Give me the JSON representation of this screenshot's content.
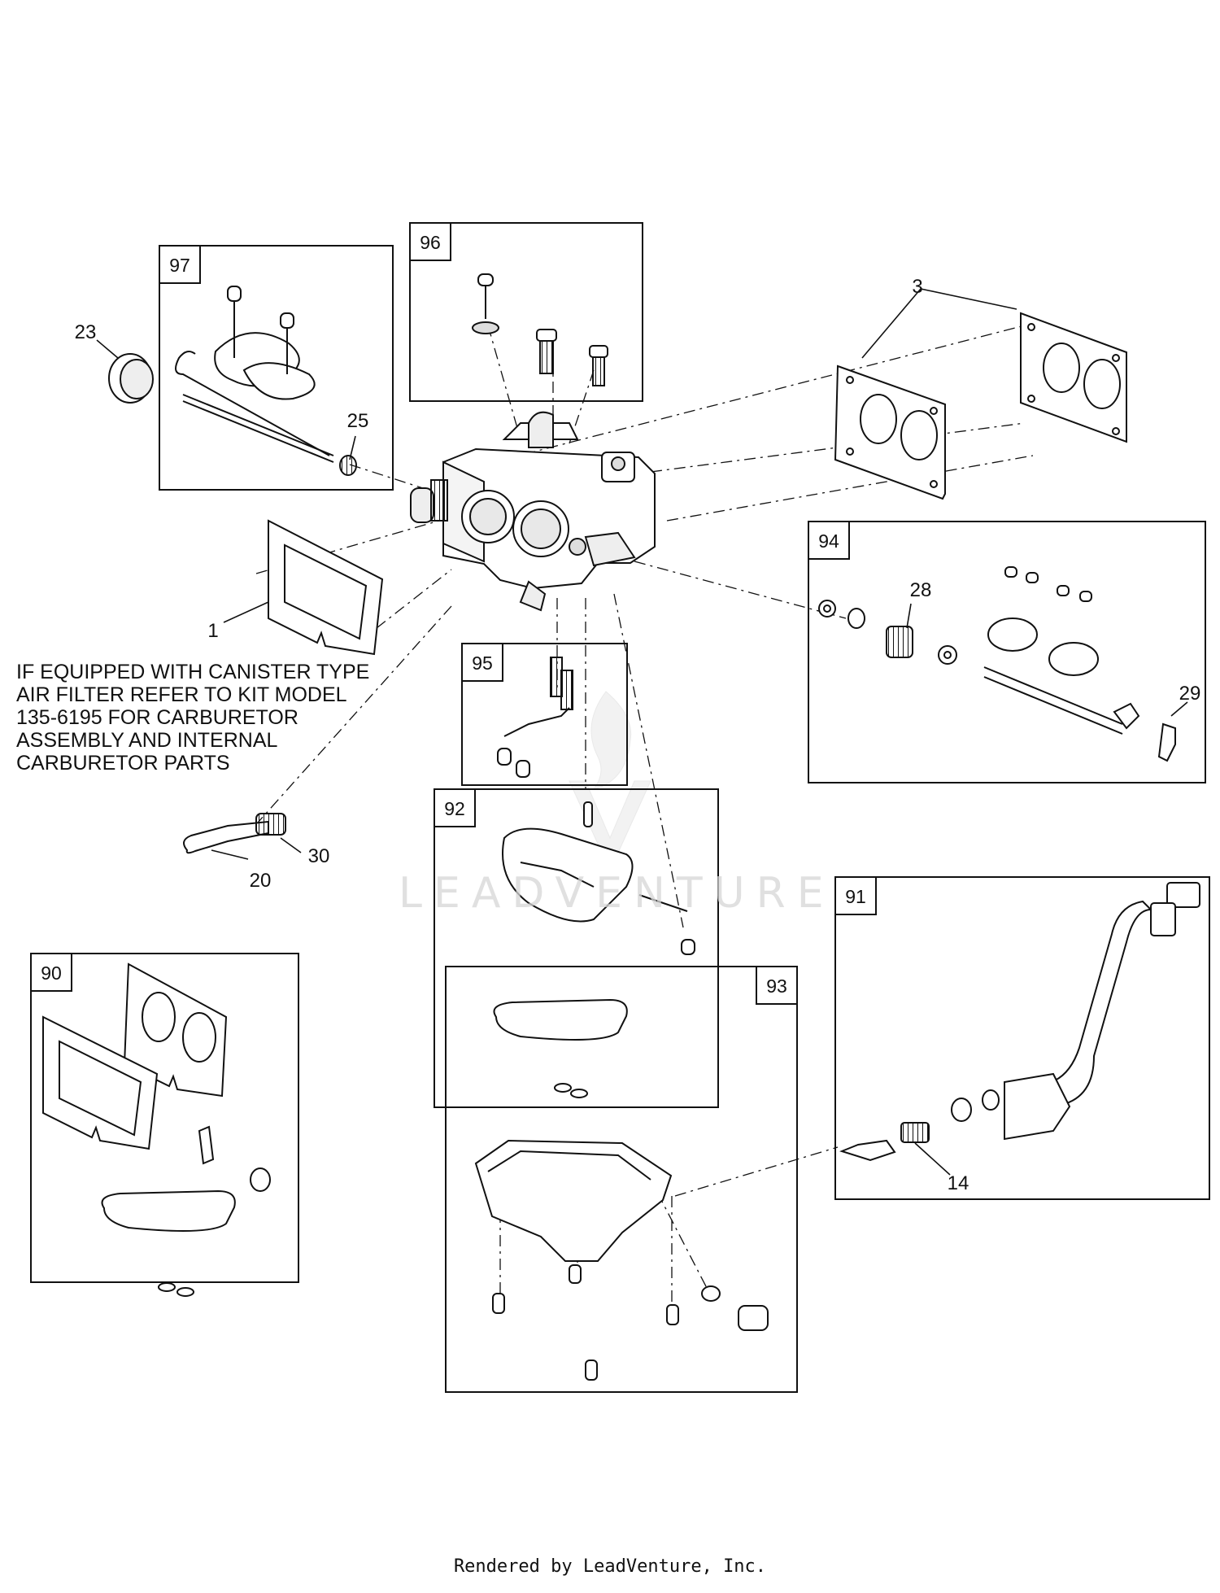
{
  "kits": [
    {
      "id": "90",
      "label": "90"
    },
    {
      "id": "91",
      "label": "91"
    },
    {
      "id": "92",
      "label": "92"
    },
    {
      "id": "93",
      "label": "93"
    },
    {
      "id": "94",
      "label": "94"
    },
    {
      "id": "95",
      "label": "95"
    },
    {
      "id": "96",
      "label": "96"
    },
    {
      "id": "97",
      "label": "97"
    }
  ],
  "callouts": [
    "1",
    "3",
    "14",
    "20",
    "23",
    "25",
    "28",
    "29",
    "30"
  ],
  "note": "IF EQUIPPED WITH  CANISTER TYPE\nAIR  FILTER REFER TO KIT MODEL\n135-6195 FOR CARBURETOR\nASSEMBLY AND INTERNAL\nCARBURETOR PARTS",
  "watermark": "LEADVENTURE",
  "footer": "Rendered by LeadVenture, Inc.",
  "colors": {
    "line": "#111111",
    "watermark": "#d6d6d6"
  }
}
